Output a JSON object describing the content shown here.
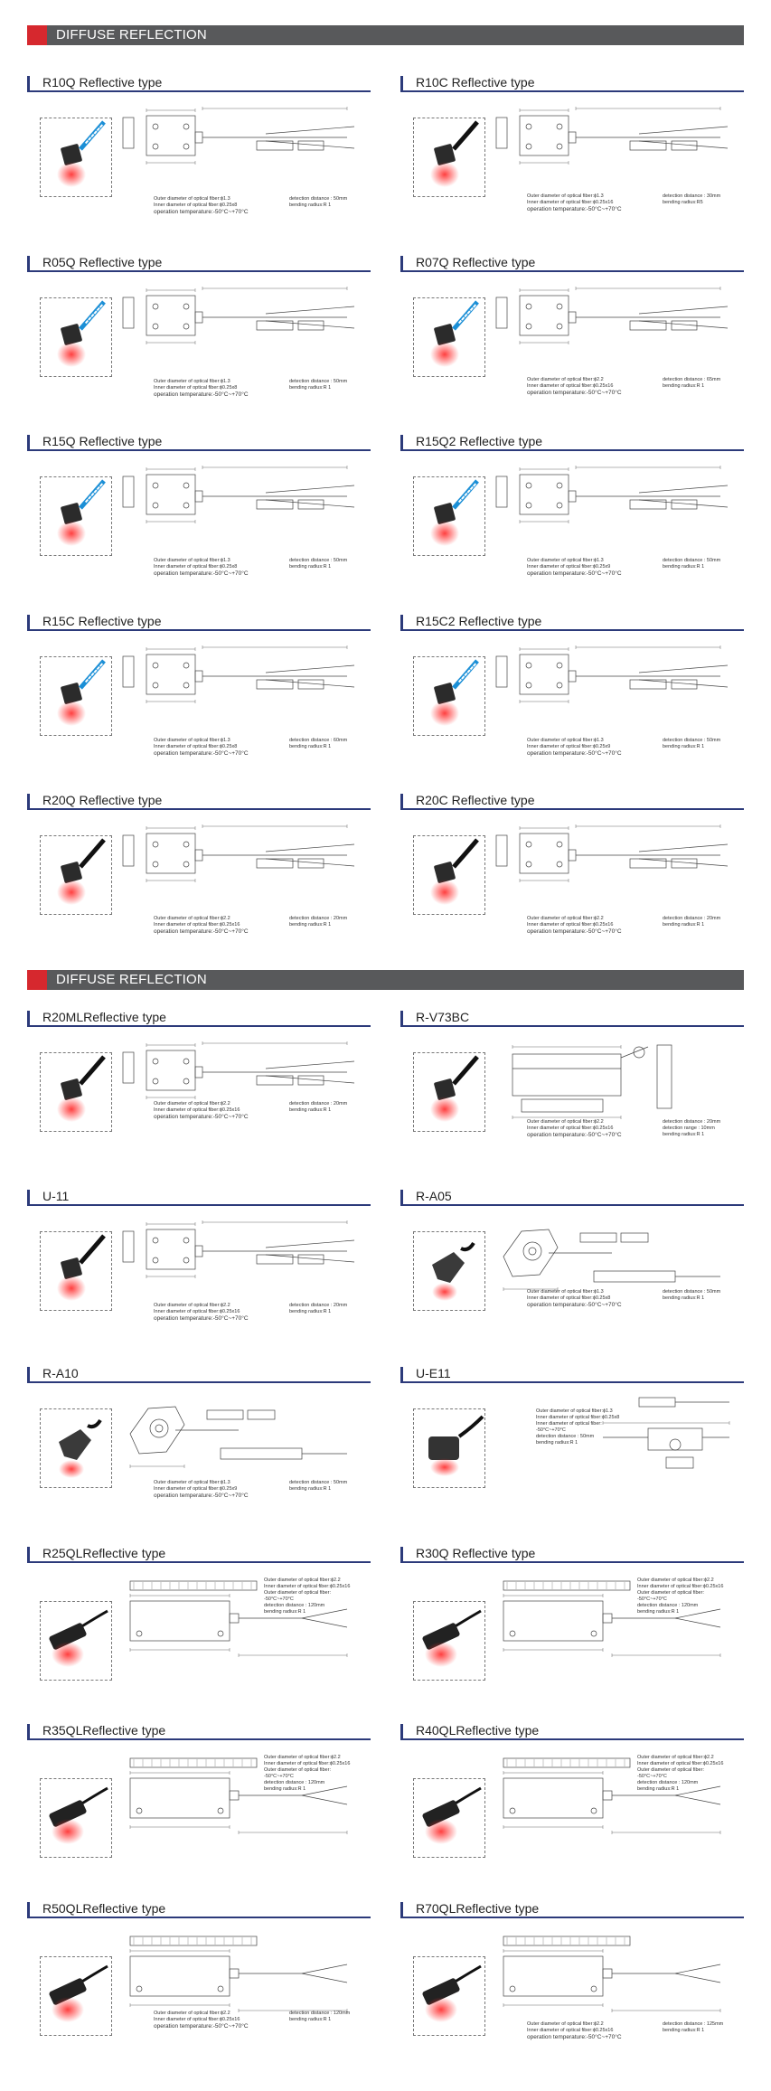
{
  "banners": [
    "DIFFUSE REFLECTION",
    "DIFFUSE REFLECTION"
  ],
  "products": [
    {
      "title": "R10Q Reflective type",
      "fiber": "blue",
      "specs": [
        "Outer diameter of optical fiber:ϕ1.3",
        "Inner diameter of optical fiber:ϕ0.25x8",
        "operation temperature:-50°C~+70°C"
      ],
      "notes": [
        "detection distance : 50mm",
        "bending radius:R 1"
      ]
    },
    {
      "title": "R10C Reflective type",
      "fiber": "black",
      "specs": [
        "Outer diameter of optical fiber:ϕ1.3",
        "Inner diameter of optical fiber:ϕ0.25x16",
        "operation temperature:-50°C~+70°C"
      ],
      "notes": [
        "detection distance : 30mm",
        "bending radius:R5"
      ]
    },
    {
      "title": "R05Q Reflective type",
      "fiber": "blue",
      "specs": [
        "Outer diameter of optical fiber:ϕ1.3",
        "Inner diameter of optical fiber:ϕ0.25x8",
        "operation temperature:-50°C~+70°C"
      ],
      "notes": [
        "detection distance : 50mm",
        "bending radius:R 1"
      ]
    },
    {
      "title": "R07Q Reflective type",
      "fiber": "blue",
      "specs": [
        "Outer diameter of optical fiber:ϕ2.2",
        "Inner diameter of optical fiber:ϕ0.25x16",
        "operation temperature:-50°C~+70°C"
      ],
      "notes": [
        "detection distance : 65mm",
        "bending radius:R 1"
      ]
    },
    {
      "title": "R15Q Reflective type",
      "fiber": "blue",
      "specs": [
        "Outer diameter of optical fiber:ϕ1.3",
        "Inner diameter of optical fiber:ϕ0.25x8",
        "operation temperature:-50°C~+70°C"
      ],
      "notes": [
        "detection distance : 50mm",
        "bending radius:R 1"
      ]
    },
    {
      "title": "R15Q2  Reflective type",
      "fiber": "blue",
      "specs": [
        "Outer diameter of optical fiber:ϕ1.3",
        "Inner diameter of optical fiber:ϕ0.25x9",
        "operation temperature:-50°C~+70°C"
      ],
      "notes": [
        "detection distance : 50mm",
        "bending radius:R 1"
      ]
    },
    {
      "title": "R15C Reflective type",
      "fiber": "blue",
      "specs": [
        "Outer diameter of optical fiber:ϕ1.3",
        "Inner diameter of optical fiber:ϕ0.25x8",
        "operation temperature:-50°C~+70°C"
      ],
      "notes": [
        "detection distance : 60mm",
        "bending radius:R 1"
      ]
    },
    {
      "title": "R15C2 Reflective type",
      "fiber": "blue",
      "specs": [
        "Outer diameter of optical fiber:ϕ1.3",
        "Inner diameter of optical fiber:ϕ0.25x9",
        "operation temperature:-50°C~+70°C"
      ],
      "notes": [
        "detection distance : 50mm",
        "bending radius:R 1"
      ]
    },
    {
      "title": "R20Q Reflective type",
      "fiber": "black",
      "specs": [
        "Outer diameter of optical fiber:ϕ2.2",
        "Inner diameter of optical fiber:ϕ0.25x16",
        "operation temperature:-50°C~+70°C"
      ],
      "notes": [
        "detection distance : 20mm",
        "bending radius:R 1"
      ]
    },
    {
      "title": "R20C   Reflective type",
      "fiber": "black",
      "specs": [
        "Outer diameter of optical fiber:ϕ2.2",
        "Inner diameter of optical fiber:ϕ0.25x16",
        "operation temperature:-50°C~+70°C"
      ],
      "notes": [
        "detection distance : 20mm",
        "bending radius:R 1"
      ]
    },
    {
      "title": "R20MLReflective type",
      "fiber": "black",
      "specs": [
        "Outer diameter of optical fiber:ϕ2.2",
        "Inner diameter of optical fiber:ϕ0.25x16",
        "operation temperature:-50°C~+70°C"
      ],
      "notes": [
        "detection distance : 20mm",
        "bending radius:R 1"
      ]
    },
    {
      "title": "R-V73BC",
      "fiber": "black",
      "specs": [
        "Outer diameter of optical fiber:ϕ2.2",
        "Inner diameter of optical fiber:ϕ0.25x16",
        "operation temperature:-50°C~+70°C"
      ],
      "notes": [
        "detection distance : 20mm",
        "detection range : 10mm",
        "bending radius:R 1"
      ]
    },
    {
      "title": "U-11",
      "fiber": "black",
      "specs": [
        "Outer diameter of optical fiber:ϕ2.2",
        "Inner diameter of optical fiber:ϕ0.25x16",
        "operation temperature:-50°C~+70°C"
      ],
      "notes": [
        "detection distance : 20mm",
        "bending radius:R 1"
      ]
    },
    {
      "title": "R-A05",
      "fiber": "black",
      "specs": [
        "Outer diameter of optical fiber:ϕ1.3",
        "Inner diameter of optical fiber:ϕ0.25x8",
        "operation temperature:-50°C~+70°C"
      ],
      "notes": [
        "detection distance : 50mm",
        "bending radius:R 1"
      ]
    },
    {
      "title": "R-A10",
      "fiber": "black",
      "specs": [
        "Outer diameter of optical fiber:ϕ1.3",
        "Inner diameter of optical fiber:ϕ0.25x9",
        "operation temperature:-50°C~+70°C"
      ],
      "notes": [
        "detection distance : 50mm",
        "bending radius:R 1"
      ]
    },
    {
      "title": "U-E11",
      "fiber": "black",
      "specs": [
        "Outer diameter of optical fiber:ϕ1.3",
        "Inner diameter of optical fiber:ϕ0.25x8",
        "Inner diameter of optical fiber:",
        "-50°C~+70°C",
        "detection distance : 50mm",
        "bending radius:R 1"
      ],
      "notes": []
    },
    {
      "title": "R25QLReflective type",
      "fiber": "black",
      "specs": [
        "Outer diameter of optical fiber:ϕ2.2",
        "Inner diameter of optical fiber:ϕ0.25x16",
        "Outer diameter of optical fiber:",
        "-50°C~+70°C",
        "detection distance : 120mm",
        "bending radius:R 1"
      ],
      "notes": []
    },
    {
      "title": "R30Q Reflective type",
      "fiber": "black",
      "specs": [
        "Outer diameter of optical fiber:ϕ2.2",
        "Inner diameter of optical fiber:ϕ0.25x16",
        "Outer diameter of optical fiber:",
        "-50°C~+70°C",
        "detection distance : 120mm",
        "bending radius:R 1"
      ],
      "notes": []
    },
    {
      "title": "R35QLReflective type",
      "fiber": "black",
      "specs": [
        "Outer diameter of optical fiber:ϕ2.2",
        "Inner diameter of optical fiber:ϕ0.25x16",
        "Outer diameter of optical fiber:",
        "-50°C~+70°C",
        "detection distance : 120mm",
        "bending radius:R 1"
      ],
      "notes": []
    },
    {
      "title": "R40QLReflective type",
      "fiber": "black",
      "specs": [
        "Outer diameter of optical fiber:ϕ2.2",
        "Inner diameter of optical fiber:ϕ0.25x16",
        "Outer diameter of optical fiber:",
        "-50°C~+70°C",
        "detection distance : 120mm",
        "bending radius:R 1"
      ],
      "notes": []
    },
    {
      "title": "R50QLReflective type",
      "fiber": "black",
      "specs": [
        "Outer diameter of optical fiber:ϕ2.2",
        "Inner diameter of optical fiber:ϕ0.25x16",
        "operation temperature:-50°C~+70°C"
      ],
      "notes": [
        "detection distance : 120mm",
        "bending radius:R 1"
      ]
    },
    {
      "title": "R70QLReflective type",
      "fiber": "black",
      "specs": [
        "Outer diameter of optical fiber:ϕ2.2",
        "Inner diameter of optical fiber:ϕ0.25x16",
        "operation temperature:-50°C~+70°C"
      ],
      "notes": [
        "detection distance : 125mm",
        "bending radius:R 1"
      ]
    }
  ]
}
